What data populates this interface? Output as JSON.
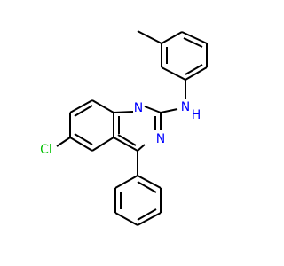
{
  "molecule": {
    "atoms": {
      "n1": {
        "label": "N",
        "color": "#0000ff"
      },
      "n3": {
        "label": "N",
        "color": "#0000ff"
      },
      "nh": {
        "label": "N",
        "color": "#0000ff"
      },
      "h": {
        "label": "H",
        "color": "#0000ff"
      },
      "cl": {
        "label": "Cl",
        "color": "#00c000"
      }
    },
    "bond_color": "#000000",
    "background": "#ffffff"
  }
}
